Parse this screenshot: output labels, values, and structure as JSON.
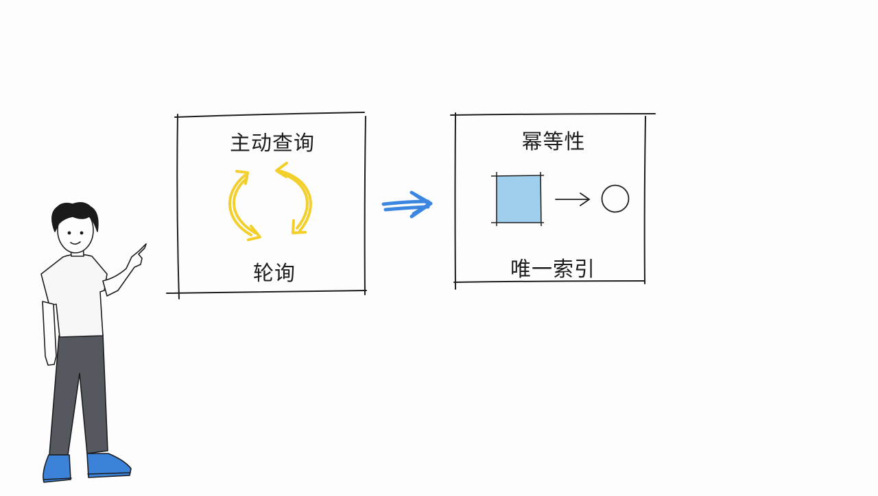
{
  "panels": {
    "left": {
      "title": "主动查询",
      "caption": "轮询"
    },
    "right": {
      "title": "幂等性",
      "caption": "唯一索引"
    }
  },
  "colors": {
    "ink": "#1c1c1c",
    "cycle_arrows": "#f2cf2b",
    "transition_arrow": "#3a86e0",
    "square_fill": "#9fcfec",
    "shirt": "#f7f7f7",
    "pants": "#55585f",
    "shoes": "#3b82d8",
    "hair": "#1a1a1a"
  },
  "icons": {
    "cycle": "cycle-arrows-icon",
    "transition": "right-arrow-icon",
    "square": "square-icon",
    "circle": "circle-icon"
  }
}
